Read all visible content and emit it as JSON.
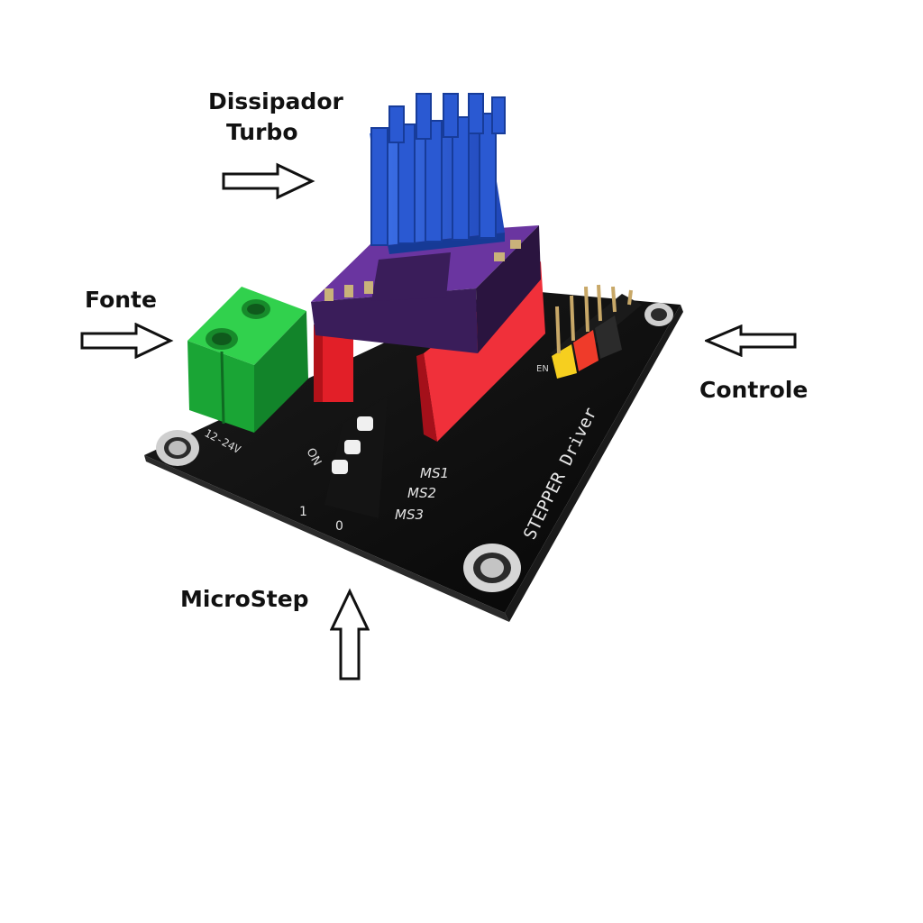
{
  "labels": {
    "heatsink_line1": "Dissipador",
    "heatsink_line2": "Turbo",
    "power": "Fonte",
    "control": "Controle",
    "microstep": "MicroStep"
  },
  "board_silkscreen": {
    "title": "STEPPER Driver",
    "voltage": "12-24V",
    "dip_on": "ON",
    "ms1": "MS1",
    "ms2": "MS2",
    "ms3": "MS3",
    "one": "1",
    "zero": "0",
    "en": "EN"
  },
  "colors": {
    "pcb": "#0c0c0c",
    "heatsink": "#2f5fd6",
    "driver_module": "#5b2a86",
    "socket": "#e0202a",
    "terminal": "#1fb83a",
    "header_yellow": "#f3c519"
  }
}
